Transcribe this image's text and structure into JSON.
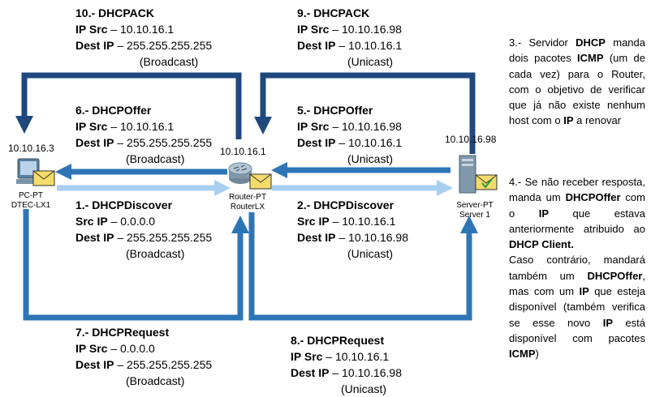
{
  "colors": {
    "dark_blue": "#1f497d",
    "mid_blue": "#2e75b6",
    "light_blue": "#a9cff0",
    "envelope": "#f5dc6a"
  },
  "devices": {
    "pc": {
      "ip": "10.10.16.3",
      "label1": "PC-PT",
      "label2": "DTEC-LX1",
      "icon": "pc-icon"
    },
    "router": {
      "ip": "10.10.16.1",
      "label1": "Router-PT",
      "label2": "RouterLX",
      "icon": "router-icon"
    },
    "server": {
      "ip": "10.10.16.98",
      "label1": "Server-PT",
      "label2": "Server 1",
      "icon": "server-icon"
    }
  },
  "messages": {
    "m10": {
      "title": "10.- DHCPACK",
      "src_label": "IP Src",
      "src": "–  10.10.16.1",
      "dst_label": "Dest IP",
      "dst": "– 255.255.255.255",
      "mode": "(Broadcast)"
    },
    "m9": {
      "title": "9.- DHCPACK",
      "src_label": "IP Src",
      "src": "–  10.10.16.98",
      "dst_label": "Dest IP",
      "dst": "–  10.10.16.1",
      "mode": "(Unicast)"
    },
    "m6": {
      "title": "6.- DHCPOffer",
      "src_label": "IP Src",
      "src": "–  10.10.16.1",
      "dst_label": "Dest IP",
      "dst": "– 255.255.255.255",
      "mode": "(Broadcast)"
    },
    "m5": {
      "title": "5.- DHCPOffer",
      "src_label": "IP Src",
      "src": "–  10.10.16.98",
      "dst_label": "Dest IP",
      "dst": "–  10.10.16.1",
      "mode": "(Unicast)"
    },
    "m1": {
      "title": "1.- DHCPDiscover",
      "src_label": "Src IP",
      "src": "– 0.0.0.0",
      "dst_label": "Dest IP",
      "dst": "– 255.255.255.255",
      "mode": "(Broadcast)"
    },
    "m2": {
      "title": "2.- DHCPDiscover",
      "src_label": "Src IP",
      "src": "– 10.10.16.1",
      "dst_label": "Dest IP",
      "dst": "– 10.10.16.98",
      "mode": "(Unicast)"
    },
    "m7": {
      "title": "7.- DHCPRequest",
      "src_label": "IP Src",
      "src": "–  0.0.0.0",
      "dst_label": "Dest IP",
      "dst": "– 255.255.255.255",
      "mode": "(Broadcast)"
    },
    "m8": {
      "title": "8.- DHCPRequest",
      "src_label": "IP Src",
      "src": "–  10.10.16.1",
      "dst_label": "Dest IP",
      "dst": "–  10.10.16.98",
      "mode": "(Unicast)"
    }
  },
  "notes": {
    "n3": {
      "t1": "3.- Servidor ",
      "b1": "DHCP",
      "t2": " manda dois pacotes ",
      "b2": "ICMP",
      "t3": " (um de cada vez) para o Router, com o objetivo de verificar que já não existe nenhum host com o ",
      "b3": "IP",
      "t4": " a renovar"
    },
    "n4": {
      "t1": "4.- Se não receber resposta, manda um ",
      "b1": "DHCPOffer",
      "t2": " com o ",
      "b2": "IP",
      "t3": " que estava anteriormente atribuido ao ",
      "b3": "DHCP Client.",
      "t4": "Caso contrário, mandará também um ",
      "b4": "DHCPOffer",
      "t5": ", mas com um ",
      "b5": "IP",
      "t6": " que esteja disponível (também verifica se esse novo ",
      "b6": "IP",
      "t7": " está disponível com pacotes ",
      "b7": "ICMP",
      "t8": ")"
    }
  }
}
